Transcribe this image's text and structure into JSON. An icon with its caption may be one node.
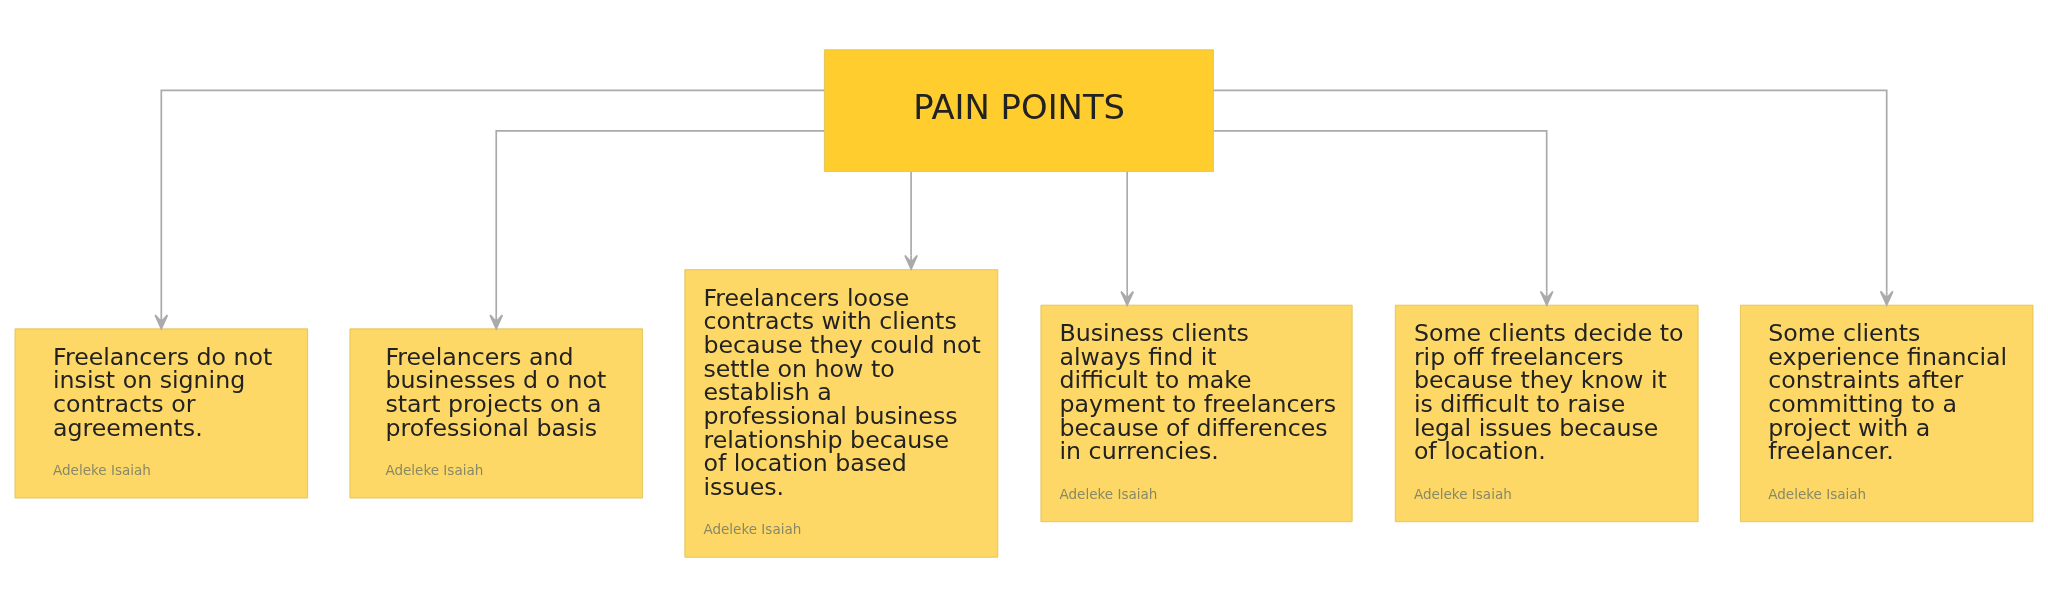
{
  "diagram": {
    "nodes": [
      {
        "text": [
          "PAIN POINTS"
        ]
      },
      {
        "text": [
          "Freelancers do not insist on signing contracts or agreements.",
          "Adeleke Isaiah"
        ]
      },
      {
        "text": [
          "Freelancers and businesses d o not start projects on a professional basis",
          "Adeleke Isaiah"
        ]
      },
      {
        "text": [
          "Freelancers loose contracts with clients because they could not settle on how to establish a professional business relationship because of location based issues.",
          "Adeleke Isaiah"
        ]
      },
      {
        "text": [
          "Business clients always find it difficult to make payment to freelancers because of differences in currencies.",
          "Adeleke Isaiah"
        ]
      },
      {
        "text": [
          "Some clients decide to rip off freelancers because they know it is difficult to raise legal issues because of location.",
          "Adeleke Isaiah"
        ]
      },
      {
        "text": [
          "Some clients experience financial constraints after committing to a project with a freelancer.",
          "Adeleke Isaiah"
        ]
      }
    ],
    "edges": [
      {
        "from": 0,
        "to": 1,
        "arrow": "to"
      },
      {
        "from": 0,
        "to": 2,
        "arrow": "to"
      },
      {
        "from": 0,
        "to": 3,
        "arrow": "to"
      },
      {
        "from": 0,
        "to": 4,
        "arrow": "to"
      },
      {
        "from": 0,
        "to": 5,
        "arrow": "to"
      },
      {
        "from": 0,
        "to": 6,
        "arrow": "to"
      }
    ]
  }
}
